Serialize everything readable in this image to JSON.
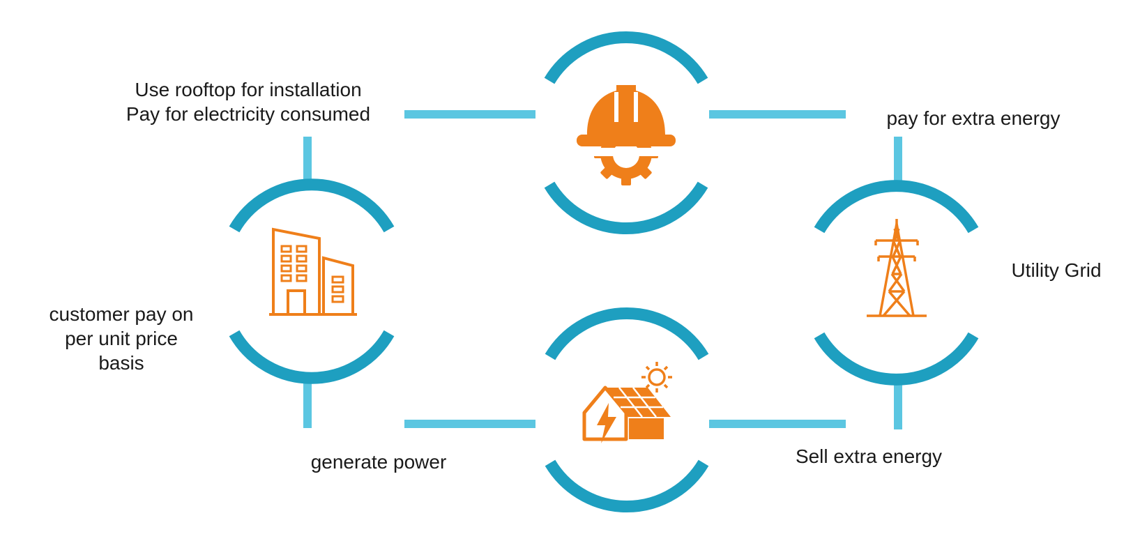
{
  "colors": {
    "ring": "#1e9fc0",
    "connector": "#5bc6e1",
    "icon": "#ef7f1a",
    "text": "#1a1a1a",
    "background": "#ffffff"
  },
  "nodes": {
    "installer": {
      "icon": "hard-hat-gear-icon"
    },
    "customer": {
      "icon": "office-buildings-icon"
    },
    "solar": {
      "icon": "solar-roof-house-icon"
    },
    "grid": {
      "icon": "transmission-tower-icon"
    }
  },
  "labels": {
    "installer_line1": "Use rooftop for installation",
    "installer_line2": "Pay for electricity consumed",
    "customer_line1": "customer pay on",
    "customer_line2": "per unit price",
    "customer_line3": "basis",
    "generate": "generate power",
    "sell": "Sell extra energy",
    "pay_extra": "pay for extra energy",
    "grid": "Utility Grid"
  }
}
